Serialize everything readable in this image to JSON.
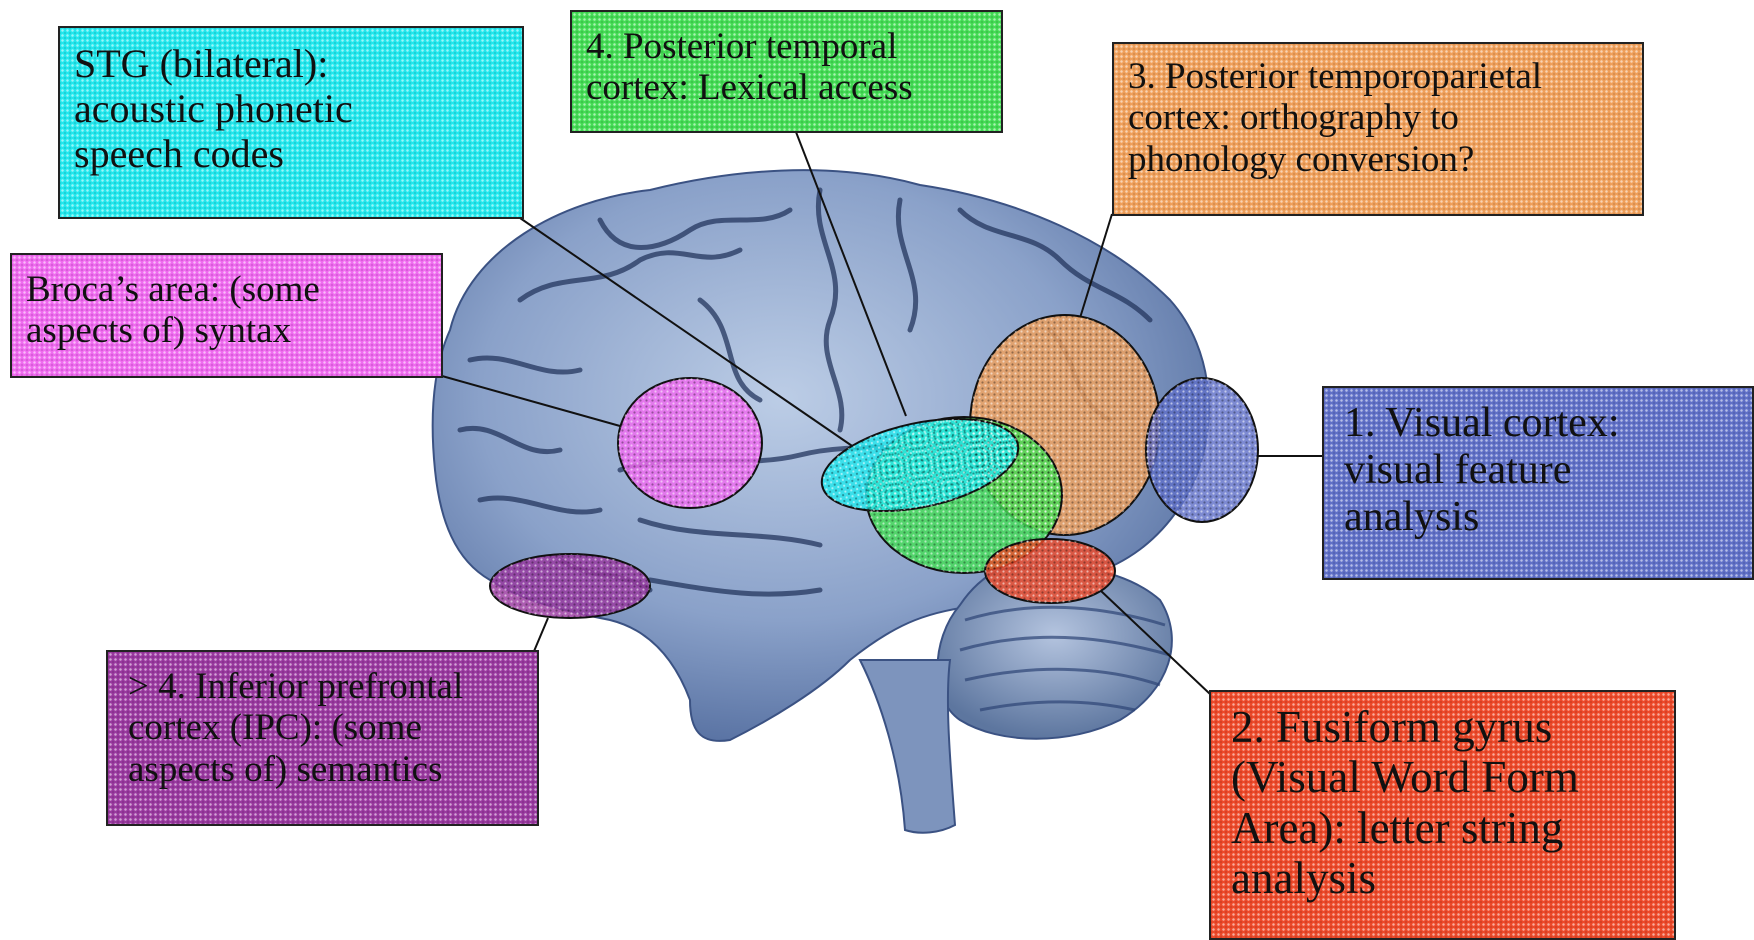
{
  "labels": {
    "stg": "STG (bilateral):\nacoustic phonetic\nspeech codes",
    "posterior_temporal": "4. Posterior temporal\ncortex: Lexical access",
    "temporoparietal": "3. Posterior temporoparietal\ncortex: orthography to\nphonology conversion?",
    "broca": "Broca’s area: (some\naspects of) syntax",
    "visual_cortex": "1. Visual cortex:\nvisual feature\nanalysis",
    "inferior_prefrontal": "> 4. Inferior prefrontal\ncortex (IPC): (some\naspects of) semantics",
    "fusiform": "2. Fusiform gyrus\n(Visual Word Form\nArea): letter string\nanalysis"
  },
  "colors": {
    "stg": "#22e8ee",
    "posterior_temporal": "#44dd55",
    "temporoparietal": "#f0a05a",
    "broca": "#f06af0",
    "visual_cortex": "#6070c8",
    "inferior_prefrontal": "#9a38a0",
    "fusiform": "#ee4a2a",
    "brain": "#7f97c2"
  }
}
